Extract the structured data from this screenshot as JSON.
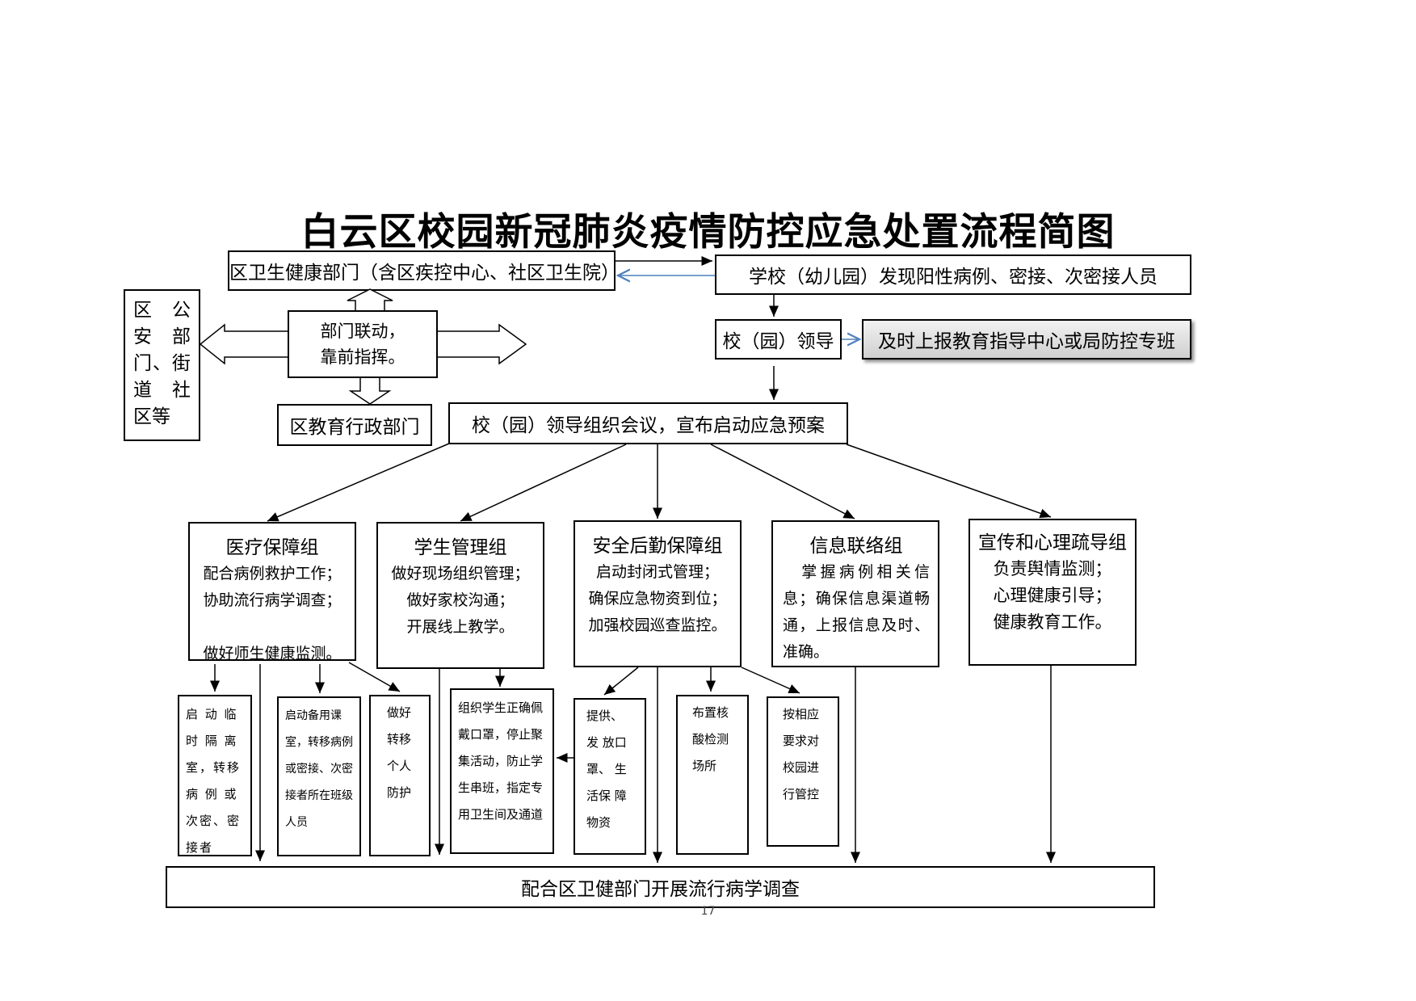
{
  "title": "白云区校园新冠肺炎疫情防控应急处置流程简图",
  "health_dept": "区卫生健康部门（含区疾控中心、社区卫生院）",
  "school_finds": "学校（幼儿园）发现阳性病例、密接、次密接人员",
  "police_dept": "区 公 安 部 门、街 道 社 区等",
  "joint_command": "部门联动，\n靠前指挥。",
  "edu_admin": "区教育行政部门",
  "school_leader": "校（园）领导",
  "report": "及时上报教育指导中心或局防控专班",
  "meeting": "校（园）领导组织会议，宣布启动应急预案",
  "groups": [
    {
      "name": "医疗保障组",
      "text": "配合病例救护工作；\n协助流行病学调查；\n\n做好师生健康监测。"
    },
    {
      "name": "学生管理组",
      "text": "做好现场组织管理；\n做好家校沟通；\n开展线上教学。"
    },
    {
      "name": "安全后勤保障组",
      "text": "启动封闭式管理；\n确保应急物资到位；\n加强校园巡查监控。"
    },
    {
      "name": "信息联络组",
      "text": "　掌握病例相关信息；确保信息渠道畅通，上报信息及时、准确。"
    },
    {
      "name": "宣传和心理疏导组",
      "text": "负责舆情监测；\n心理健康引导；\n健康教育工作。"
    }
  ],
  "sub_tasks": [
    "启 动 临 时 隔 离 室，转移 病 例 或 次密、密 接者",
    "启动备用课室，转移病例或密接、次密接者所在班级人员",
    "做好 转移 个人 防护",
    "组织学生正确佩戴口罩，停止聚集活动，防止学生串班，指定专用卫生间及通道",
    "提供、发 放口罩、 生活保 障物资",
    "布置核 酸检测 场所",
    "按相应 要求对 校园进 行管控"
  ],
  "bottom": "配合区卫健部门开展流行病学调查",
  "page_number": "17",
  "colors": {
    "blue_arrow": "#4f81bd",
    "report_fill": "#d9d9d9"
  }
}
